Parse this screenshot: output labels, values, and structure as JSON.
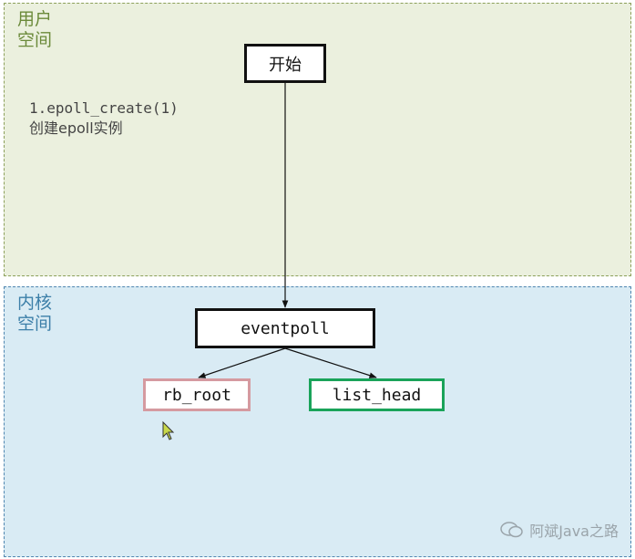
{
  "regions": {
    "user": {
      "line1": "用户",
      "line2": "空间"
    },
    "kernel": {
      "line1": "内核",
      "line2": "空间"
    }
  },
  "note": {
    "line1": "1.epoll_create(1)",
    "line2": "创建epoll实例"
  },
  "nodes": {
    "start": "开始",
    "eventpoll": "eventpoll",
    "rb_root": "rb_root",
    "list_head": "list_head"
  },
  "watermark": "阿斌Java之路",
  "colors": {
    "user_bg": "#ebf0de",
    "kernel_bg": "#d9ebf4",
    "rb_root_border": "#d59aa0",
    "list_head_border": "#1aa35a"
  }
}
